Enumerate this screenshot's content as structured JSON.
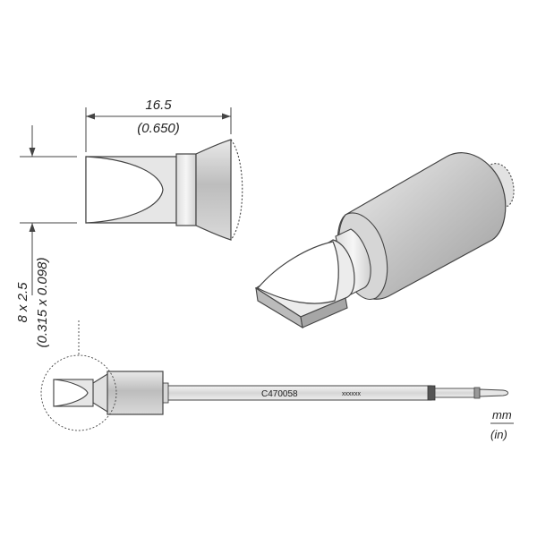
{
  "dimensions": {
    "length_mm": "16.5",
    "length_in": "(0.650)",
    "tip_mm": "8 x 2.5",
    "tip_in": "(0.315 x 0.098)"
  },
  "part": {
    "code": "C470058",
    "placeholder": "xxxxxx"
  },
  "units": {
    "primary": "mm",
    "secondary": "(in)"
  },
  "colors": {
    "outline": "#444444",
    "metal_light": "#f2f2f2",
    "metal_mid": "#cfcfcf",
    "metal_dark": "#9a9a9a",
    "band": "#555555"
  }
}
